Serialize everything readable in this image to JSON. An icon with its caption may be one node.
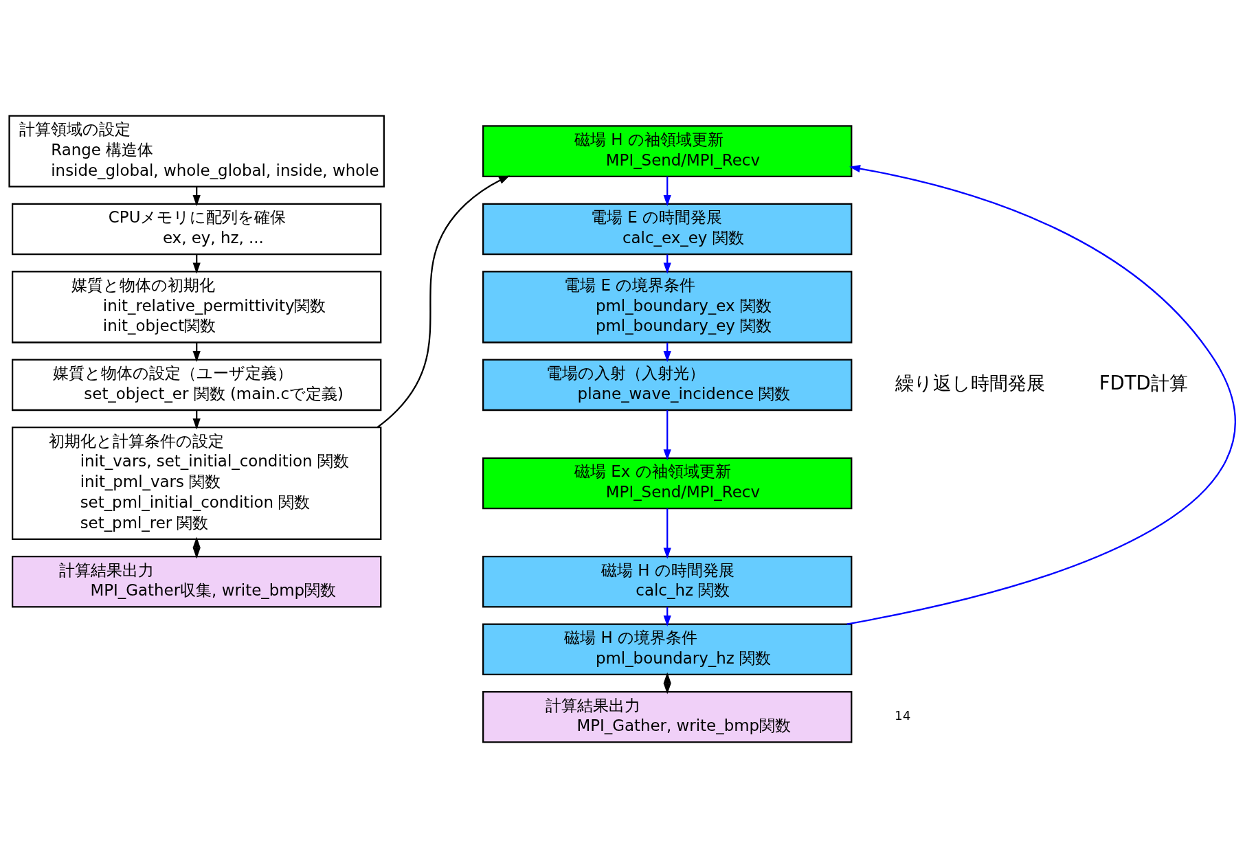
{
  "diagram": {
    "nodes": [
      {
        "text": [
          "計算領域の設定",
          "Range 構造体",
          "inside_global, whole_global, inside, whole"
        ]
      },
      {
        "text": [
          "CPUメモリに配列を確保",
          "ex, ey, hz, ..."
        ]
      },
      {
        "text": [
          "媒質と物体の初期化",
          "init_relative_permittivity関数",
          "init_object関数"
        ]
      },
      {
        "text": [
          "媒質と物体の設定（ユーザ定義）",
          "set_object_er 関数 (main.cで定義)"
        ]
      },
      {
        "text": [
          "初期化と計算条件の設定",
          "init_vars, set_initial_condition 関数",
          "init_pml_vars 関数",
          "set_pml_initial_condition 関数",
          "set_pml_rer 関数"
        ]
      },
      {
        "text": [
          "計算結果出力",
          "MPI_Gather収集, write_bmp関数"
        ]
      },
      {
        "text": [
          "磁場 H の袖領域更新",
          "MPI_Send/MPI_Recv"
        ]
      },
      {
        "text": [
          "電場 E の時間発展",
          "calc_ex_ey 関数"
        ]
      },
      {
        "text": [
          "電場 E の境界条件",
          "pml_boundary_ex 関数",
          "pml_boundary_ey 関数"
        ]
      },
      {
        "text": [
          "電場の入射（入射光）",
          "plane_wave_incidence 関数"
        ]
      },
      {
        "text": [
          "磁場 Ex の袖領域更新",
          "MPI_Send/MPI_Recv"
        ]
      },
      {
        "text": [
          "磁場 H の時間発展",
          "calc_hz 関数"
        ]
      },
      {
        "text": [
          "磁場 H の境界条件",
          "pml_boundary_hz 関数"
        ]
      },
      {
        "text": [
          "計算結果出力",
          "MPI_Gather, write_bmp関数"
        ]
      }
    ],
    "edges": [
      {
        "from": 0,
        "to": 1,
        "arrow": "to"
      },
      {
        "from": 1,
        "to": 2,
        "arrow": "to"
      },
      {
        "from": 2,
        "to": 3,
        "arrow": "to"
      },
      {
        "from": 3,
        "to": 4,
        "arrow": "to"
      },
      {
        "from": 4,
        "to": 6,
        "arrow": "to"
      },
      {
        "from": 4,
        "to": 5,
        "arrow": "both"
      },
      {
        "from": 6,
        "to": 7,
        "arrow": "to",
        "color": "#0000ff"
      },
      {
        "from": 7,
        "to": 8,
        "arrow": "to",
        "color": "#0000ff"
      },
      {
        "from": 8,
        "to": 9,
        "arrow": "to",
        "color": "#0000ff"
      },
      {
        "from": 9,
        "to": 10,
        "arrow": "to",
        "color": "#0000ff"
      },
      {
        "from": 10,
        "to": 11,
        "arrow": "to",
        "color": "#0000ff"
      },
      {
        "from": 11,
        "to": 12,
        "arrow": "to",
        "color": "#0000ff"
      },
      {
        "from": 12,
        "to": 6,
        "arrow": "to",
        "color": "#0000ff"
      },
      {
        "from": 12,
        "to": 13,
        "arrow": "both"
      }
    ],
    "labels": [
      "FDTD計算",
      "繰り返し時間発展",
      "14"
    ]
  }
}
